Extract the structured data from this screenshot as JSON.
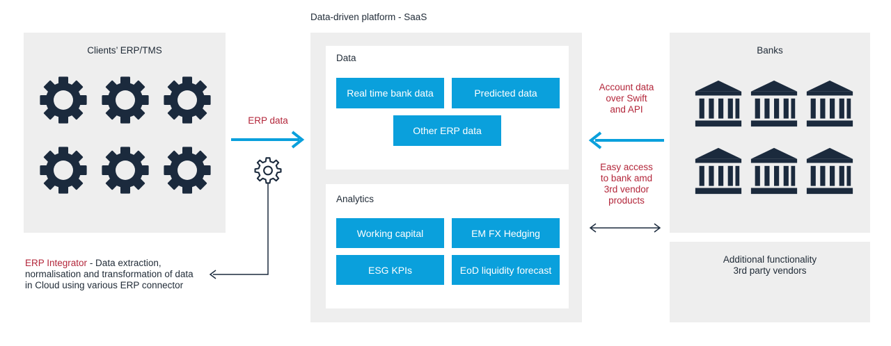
{
  "platform": {
    "title": "Data-driven platform - SaaS",
    "data_section": {
      "title": "Data",
      "items": [
        "Real time bank data",
        "Predicted data",
        "Other ERP data"
      ]
    },
    "analytics_section": {
      "title": "Analytics",
      "items": [
        "Working capital",
        "EM FX Hedging",
        "ESG KPIs",
        "EoD liquidity forecast"
      ]
    }
  },
  "clients": {
    "title": "Clients’ ERP/TMS",
    "icon": "gear-icon"
  },
  "banks": {
    "title": "Banks",
    "icon": "bank-icon"
  },
  "vendors": {
    "line1": "Additional functionality",
    "line2": "3rd party vendors"
  },
  "erp_flow": {
    "label": "ERP data"
  },
  "bank_flow": {
    "account_label": [
      "Account data",
      "over Swift",
      "and API"
    ],
    "access_label": [
      "Easy access",
      "to bank amd",
      "3rd vendor",
      "products"
    ]
  },
  "integrator": {
    "highlight": "ERP Integrator",
    "rest": " - Data extraction,",
    "line2": "normalisation and transformation of data",
    "line3": "in Cloud using various ERP connector"
  },
  "colors": {
    "accent": "#0aa0dc",
    "icon_dark": "#1b2a3d",
    "highlight_red": "#b3263a",
    "panel": "#eeeeee"
  }
}
